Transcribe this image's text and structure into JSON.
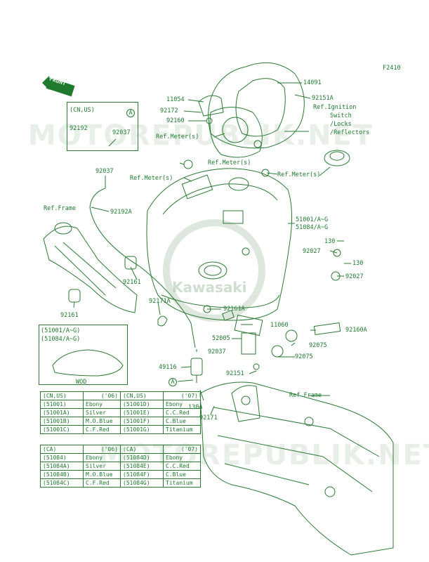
{
  "diagram_code": "F2410",
  "front_label": "FRONT",
  "watermark": {
    "top": "MOTOREPUBLIK.NET",
    "bottom": "MOTOREPUBLIK.NET",
    "brand": "Kawasaki"
  },
  "inset_top": {
    "region": "(CN,US)",
    "part_a": "92192",
    "part_b": "92037",
    "marker": "A"
  },
  "inset_wod": {
    "line1": "(51001/A~G)",
    "line2": "(51084/A~G)",
    "caption": "WOD"
  },
  "labels": {
    "l14091": "14091",
    "l92151A": "92151A",
    "ref_ignition_1": "Ref.Ignition",
    "ref_ignition_2": "Switch",
    "ref_ignition_3": "/Locks",
    "ref_ignition_4": "/Reflectors",
    "l11054": "11054",
    "l92172": "92172",
    "l92160": "92160",
    "ref_meter_1": "Ref.Meter(s)",
    "ref_meter_2": "Ref.Meter(s)",
    "ref_meter_3": "Ref.Meter(s)",
    "ref_meter_4": "Ref.Meter(s)",
    "l92037a": "92037",
    "l92192A": "92192A",
    "ref_frame_1": "Ref.Frame",
    "ref_frame_2": "Ref.Frame",
    "l51001": "51001/A~G",
    "l51084": "51084/A~G",
    "l130a": "130",
    "l92027a": "92027",
    "l130b": "130",
    "l92027b": "92027",
    "l92161a": "92161",
    "l92161b": "92161",
    "l92171A": "92171A",
    "l92161A": "92161A",
    "l11060": "11060",
    "l92160A": "92160A",
    "l52005": "52005",
    "l92075a": "92075",
    "l92037b": "92037",
    "l92075b": "92075",
    "l49116": "49116",
    "l92151": "92151",
    "marker_A": "A",
    "l130A": "130A",
    "l92171": "92171"
  },
  "color_table_1": {
    "header": [
      [
        "(CN,US)",
        "('06)"
      ],
      [
        "(CN,US)",
        "('07)"
      ]
    ],
    "rows": [
      [
        "(51001)",
        "Ebony",
        "(51001D)",
        "Ebony"
      ],
      [
        "(51001A)",
        "Silver",
        "(51001E)",
        "C.C.Red"
      ],
      [
        "(51001B)",
        "M.O.Blue",
        "(51001F)",
        "C.Blue"
      ],
      [
        "(51001C)",
        "C.F.Red",
        "(51001G)",
        "Titanium"
      ]
    ]
  },
  "color_table_2": {
    "header": [
      [
        "(CA)",
        "('06)"
      ],
      [
        "(CA)",
        "('07)"
      ]
    ],
    "rows": [
      [
        "(51084)",
        "Ebony",
        "(51084D)",
        "Ebony"
      ],
      [
        "(51084A)",
        "Silver",
        "(51084E)",
        "C.C.Red"
      ],
      [
        "(51084B)",
        "M.O.Blue",
        "(51084F)",
        "C.Blue"
      ],
      [
        "(51084C)",
        "C.F.Red",
        "(51084G)",
        "Titanium"
      ]
    ]
  }
}
